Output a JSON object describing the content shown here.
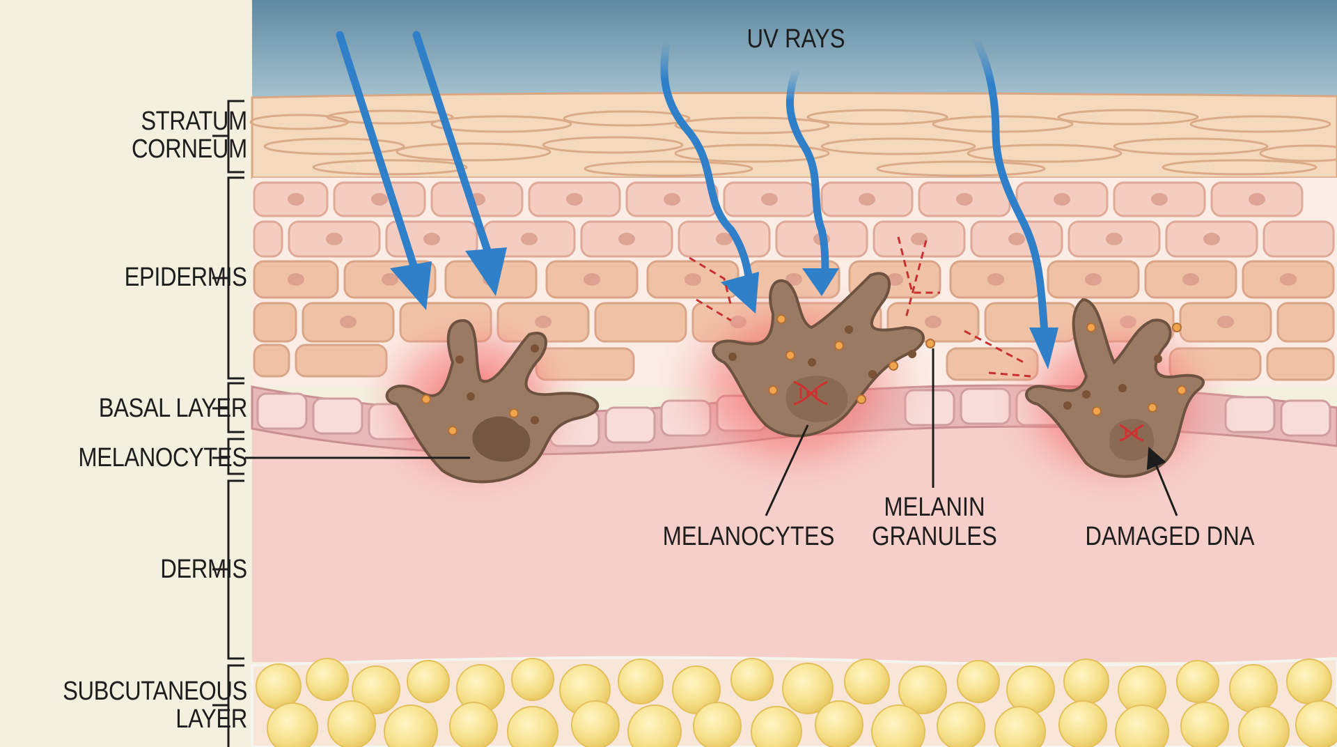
{
  "diagram": {
    "title_label": "UV RAYS",
    "layer_labels": [
      {
        "id": "stratum-corneum",
        "text": "STRATUM\nCORNEUM"
      },
      {
        "id": "epidermis",
        "text": "EPIDERMIS"
      },
      {
        "id": "basal-layer",
        "text": "BASAL LAYER"
      },
      {
        "id": "melanocytes",
        "text": "MELANOCYTES"
      },
      {
        "id": "dermis",
        "text": "DERMIS"
      },
      {
        "id": "subcutaneous-layer",
        "text": "SUBCUTANEOUS\nLAYER"
      }
    ],
    "callouts": {
      "melanocytes": "MELANOCYTES",
      "melanin_granules_line1": "MELANIN",
      "melanin_granules_line2": "GRANULES",
      "damaged_dna": "DAMAGED DNA"
    },
    "colors": {
      "sky_top": "#5f8aa3",
      "sky_bottom": "#a9c6d2",
      "stratum_corneum": "#f5d9bc",
      "epidermis_cell": "#f2c6b4",
      "basal_layer": "#e0aeb0",
      "dermis": "#f6cfca",
      "fat": "#f3dd7e",
      "uv_ray": "#2f7fc9",
      "melanocyte": "#9a7a62",
      "inflammation": "#f24b4b",
      "sidebar_bg": "#f3f0e0"
    }
  }
}
